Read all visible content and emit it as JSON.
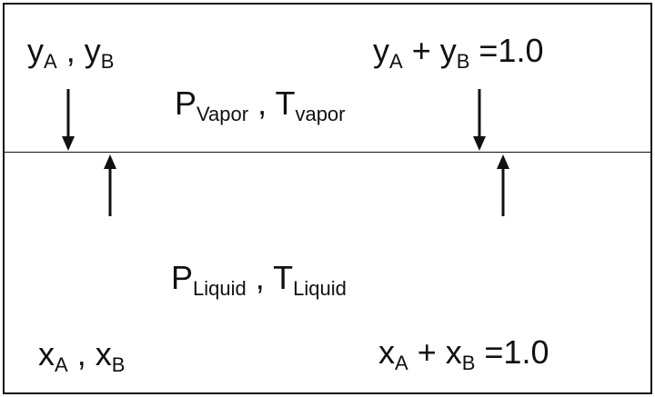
{
  "vapor": {
    "y_A": "y",
    "y_A_sub": "A",
    "sep1": " , ",
    "y_B": "y",
    "y_B_sub": "B",
    "P": "P",
    "P_sub": "Vapor",
    "sep2": " , ",
    "T": "T",
    "T_sub": "vapor",
    "sum_y1": "y",
    "sum_y1_sub": "A",
    "plus": " + ",
    "sum_y2": "y",
    "sum_y2_sub": "B",
    "sum_rhs": " =1.0"
  },
  "liquid": {
    "x_A": "x",
    "x_A_sub": "A",
    "sep1": " , ",
    "x_B": "x",
    "x_B_sub": "B",
    "P": "P",
    "P_sub": "Liquid",
    "sep2": " , ",
    "T": "T",
    "T_sub": "Liquid",
    "sum_x1": "x",
    "sum_x1_sub": "A",
    "plus": " + ",
    "sum_x2": "x",
    "sum_x2_sub": "B",
    "sum_rhs": " =1.0"
  },
  "arrows": [
    {
      "direction": "down"
    },
    {
      "direction": "up"
    },
    {
      "direction": "down"
    },
    {
      "direction": "up"
    }
  ]
}
